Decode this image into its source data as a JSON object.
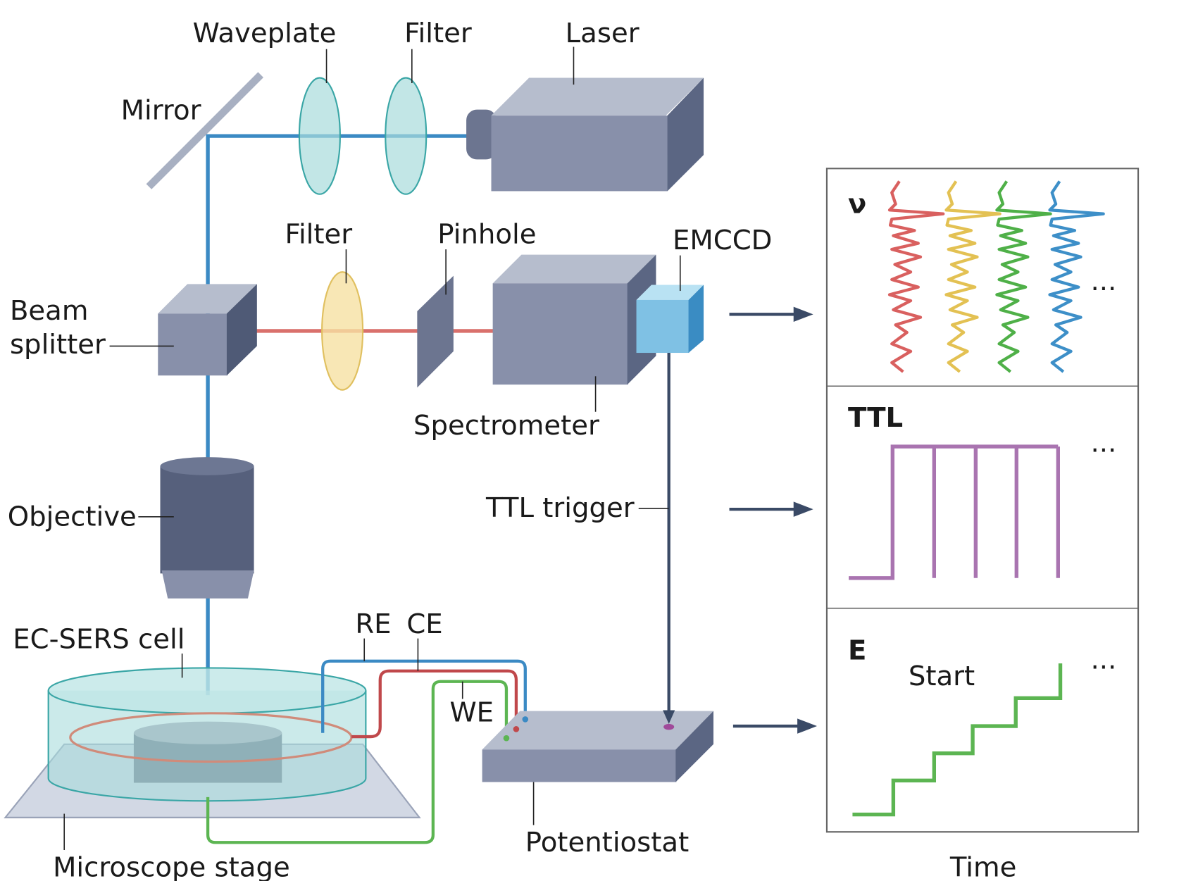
{
  "labels": {
    "waveplate": "Waveplate",
    "filter_top": "Filter",
    "laser": "Laser",
    "mirror": "Mirror",
    "filter_mid": "Filter",
    "pinhole": "Pinhole",
    "emccd": "EMCCD",
    "beam_splitter_1": "Beam",
    "beam_splitter_2": "splitter",
    "spectrometer": "Spectrometer",
    "objective": "Objective",
    "ttl_trigger": "TTL trigger",
    "ec_sers_cell": "EC-SERS cell",
    "re": "RE",
    "ce": "CE",
    "we": "WE",
    "microscope_stage": "Microscope stage",
    "potentiostat": "Potentiostat"
  },
  "panels": {
    "spectra": {
      "label": "ν",
      "ellipsis": "...",
      "colors": [
        "#d9605f",
        "#e3c153",
        "#4fb048",
        "#3d8fc8"
      ]
    },
    "ttl": {
      "label": "TTL",
      "ellipsis": "...",
      "color": "#a974b0"
    },
    "potential": {
      "label": "E",
      "start": "Start",
      "ellipsis": "...",
      "color": "#5cb552"
    },
    "x_axis": "Time"
  },
  "colors": {
    "beam_blue": "#3b8ac4",
    "beam_red": "#d9706c",
    "device": "#8a93ad",
    "arrow": "#3a4a66"
  }
}
